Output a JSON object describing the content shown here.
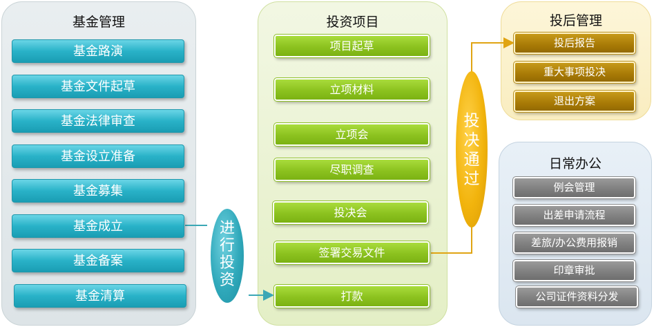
{
  "fund": {
    "title": "基金管理",
    "items": [
      "基金路演",
      "基金文件起草",
      "基金法律审查",
      "基金设立准备",
      "基金募集",
      "基金成立",
      "基金备案",
      "基金清算"
    ]
  },
  "invest": {
    "title": "投资项目",
    "items": [
      "项目起草",
      "立项材料",
      "立项会",
      "尽职调查",
      "投决会",
      "签署交易文件",
      "打款"
    ]
  },
  "post": {
    "title": "投后管理",
    "items": [
      "投后报告",
      "重大事项投决",
      "退出方案"
    ]
  },
  "daily": {
    "title": "日常办公",
    "items": [
      "例会管理",
      "出差申请流程",
      "差旅/办公费用报销",
      "印章审批",
      "公司证件资料分发"
    ]
  },
  "connectors": {
    "invest_label": [
      "进",
      "行",
      "投",
      "资"
    ],
    "approve_label": [
      "投",
      "决",
      "通",
      "过"
    ]
  },
  "colors": {
    "fund_accent": "#29b2c8",
    "invest_accent": "#8cc21f",
    "post_accent": "#a87a06",
    "daily_accent": "#7e7e7e"
  }
}
